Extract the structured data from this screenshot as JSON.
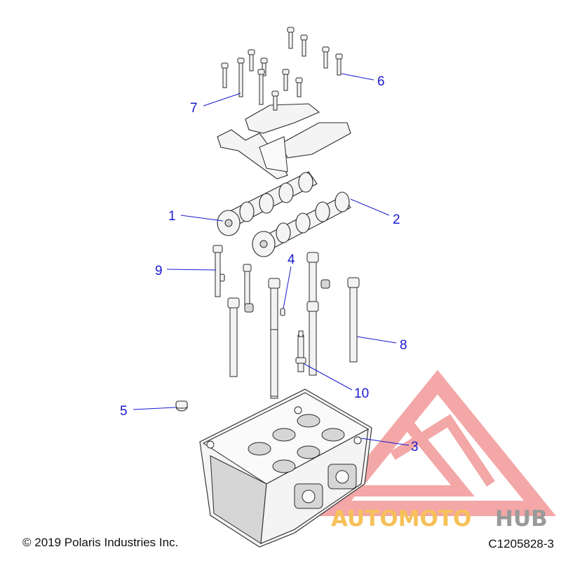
{
  "callouts": [
    {
      "id": "c1",
      "label": "1"
    },
    {
      "id": "c2",
      "label": "2"
    },
    {
      "id": "c3",
      "label": "3"
    },
    {
      "id": "c4",
      "label": "4"
    },
    {
      "id": "c5",
      "label": "5"
    },
    {
      "id": "c6",
      "label": "6"
    },
    {
      "id": "c7",
      "label": "7"
    },
    {
      "id": "c8",
      "label": "8"
    },
    {
      "id": "c9",
      "label": "9"
    },
    {
      "id": "c10",
      "label": "10"
    }
  ],
  "footer": {
    "copyright": "© 2019 Polaris Industries Inc.",
    "figure_id": "C1205828-3"
  },
  "watermark": {
    "brand_part1": "AUTOMOTO",
    "brand_part2": "HUB",
    "color_part1": "#f6c15a",
    "color_part2": "#9a9a9a",
    "logo_color": "#f08a8a"
  },
  "colors": {
    "callout": "#1a1ad0",
    "linework": "#2a2a2a"
  }
}
